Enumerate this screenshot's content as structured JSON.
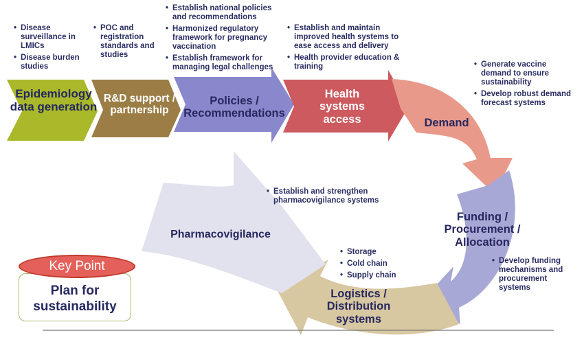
{
  "stages": {
    "epidemiology": "Epidemiology data generation",
    "rnd": "R&D support / partnership",
    "policies": "Policies / Recommendations",
    "health_access": "Health systems access",
    "demand": "Demand",
    "funding": "Funding / Procurement / Allocation",
    "logistics": "Logistics / Distribution systems",
    "pharmacovigilance": "Pharmacovigilance"
  },
  "bullets": {
    "epidemiology": [
      "Disease surveillance  in LMICs",
      "Disease burden studies"
    ],
    "rnd": [
      "POC and registration standards and studies"
    ],
    "policies": [
      "Establish national policies and recommendations",
      "Harmonized regulatory framework for pregnancy vaccination",
      "Establish framework for managing legal challenges"
    ],
    "health_access": [
      "Establish and maintain improved health systems to ease access and delivery",
      "Health provider education & training"
    ],
    "demand": [
      "Generate vaccine demand to ensure sustainability",
      "Develop robust demand forecast systems"
    ],
    "pharmacovigilance": [
      "Establish  and strengthen pharmacovigilance systems"
    ],
    "logistics": [
      "Storage",
      "Cold chain",
      "Supply chain"
    ],
    "funding": [
      "Develop funding mechanisms and procurement systems"
    ]
  },
  "key_point": {
    "header": "Key Point",
    "text": "Plan for sustainability"
  },
  "colors": {
    "epidemiology": "#a9b92a",
    "rnd": "#9b7d45",
    "policies": "#8a88cc",
    "health_access": "#cc5a5e",
    "demand": "#e8998a",
    "funding": "#a8a8d6",
    "logistics": "#d8c8a2",
    "pharmacovigilance": "#e2e2ee",
    "text": "#26285f"
  }
}
